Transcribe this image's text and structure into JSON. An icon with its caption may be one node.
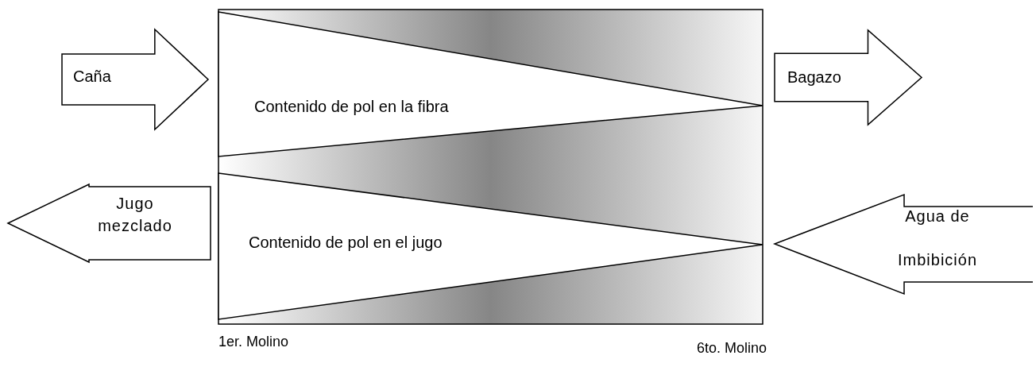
{
  "diagram": {
    "nodes": [
      {
        "text": [],
        "shape": "box"
      },
      {
        "text": [
          "Contenido de pol  en la fibra"
        ],
        "in": 0
      },
      {
        "text": [
          "Contenido de pol  en el jugo"
        ],
        "in": 0
      },
      {
        "text": [
          "Caña"
        ]
      },
      {
        "text": [
          "Bagazo"
        ]
      },
      {
        "text": [
          "Jugo mezclado"
        ]
      },
      {
        "text": [
          "Agua de Imbibición"
        ]
      }
    ],
    "labels": [
      "1er. Molino",
      "6to. Molino"
    ]
  }
}
